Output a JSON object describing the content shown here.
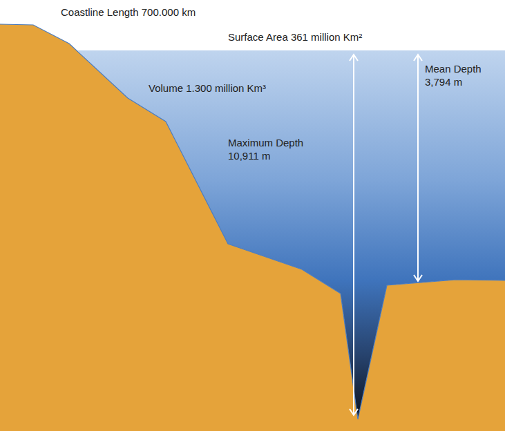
{
  "diagram": {
    "labels": [
      "Coastline Length 700.000 km",
      "Surface Area 361 million Km²",
      "Volume 1.300 million Km³",
      "Maximum Depth 10,911 m",
      "Mean Depth 3,794 m"
    ]
  }
}
